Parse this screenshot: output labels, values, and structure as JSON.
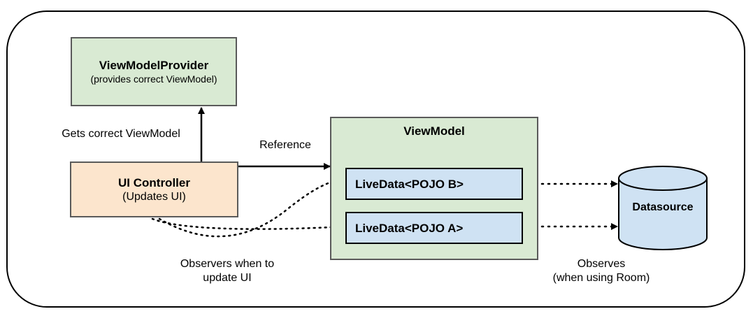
{
  "nodes": {
    "view_model_provider": {
      "title": "ViewModelProvider",
      "subtitle": "(provides correct ViewModel)"
    },
    "ui_controller": {
      "title": "UI Controller",
      "subtitle": "(Updates UI)"
    },
    "view_model": {
      "title": "ViewModel"
    },
    "livedata_b": {
      "title": "LiveData<POJO B>"
    },
    "livedata_a": {
      "title": "LiveData<POJO A>"
    },
    "datasource": {
      "title": "Datasource"
    }
  },
  "edges": {
    "gets_correct": "Gets correct ViewModel",
    "reference": "Reference",
    "observers_line1": "Observers when to",
    "observers_line2": "update UI",
    "observes_line1": "Observes",
    "observes_line2": "(when using Room)"
  },
  "colors": {
    "provider_fill": "#d9ead3",
    "controller_fill": "#fce5cd",
    "viewmodel_fill": "#d9ead3",
    "livedata_fill": "#cfe2f3",
    "datasource_fill": "#cfe2f3"
  }
}
